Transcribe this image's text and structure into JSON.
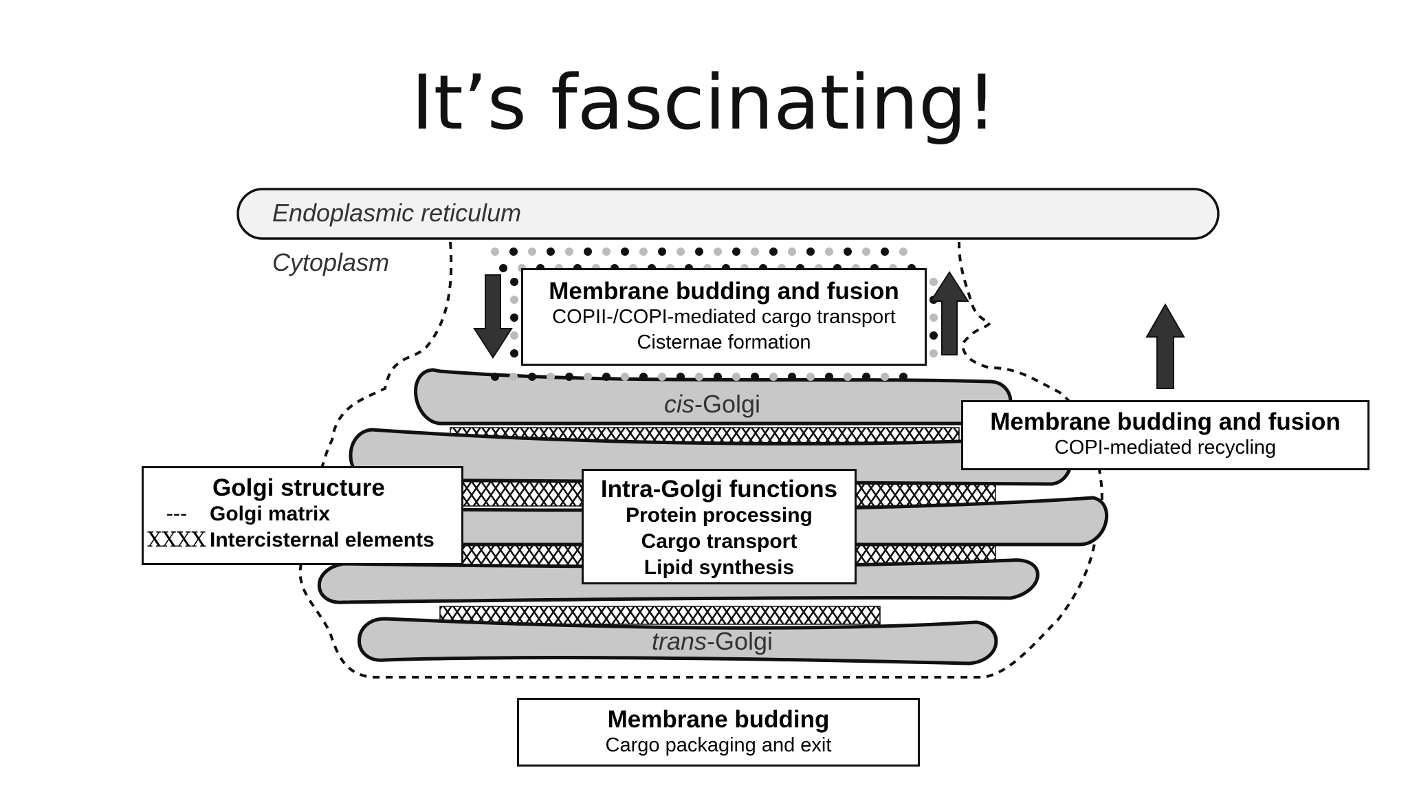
{
  "title": "It’s fascinating!",
  "labels": {
    "er": "Endoplasmic reticulum",
    "cytoplasm": "Cytoplasm",
    "cis_prefix": "cis",
    "cis_suffix": "-Golgi",
    "trans_prefix": "trans",
    "trans_suffix": "-Golgi"
  },
  "boxes": {
    "top": {
      "heading": "Membrane budding and fusion",
      "lines": [
        "COPII-/COPI-mediated cargo transport",
        "Cisternae formation"
      ]
    },
    "right": {
      "heading": "Membrane budding and fusion",
      "lines": [
        "COPI-mediated recycling"
      ]
    },
    "structure": {
      "heading": "Golgi structure",
      "legend": [
        {
          "symbol": "---",
          "label": "Golgi matrix"
        },
        {
          "symbol": "XXXX",
          "label": "Intercisternal elements"
        }
      ]
    },
    "intra": {
      "heading": "Intra-Golgi functions",
      "lines": [
        "Protein processing",
        "Cargo transport",
        "Lipid synthesis"
      ]
    },
    "bottom": {
      "heading": "Membrane budding",
      "lines": [
        "Cargo packaging and exit"
      ]
    }
  },
  "colors": {
    "cisterna_fill": "#c8c8c8",
    "er_fill": "#f2f2f2",
    "stroke": "#111111",
    "arrow": "#333333",
    "vesicle_light": "#bbbbbb"
  }
}
